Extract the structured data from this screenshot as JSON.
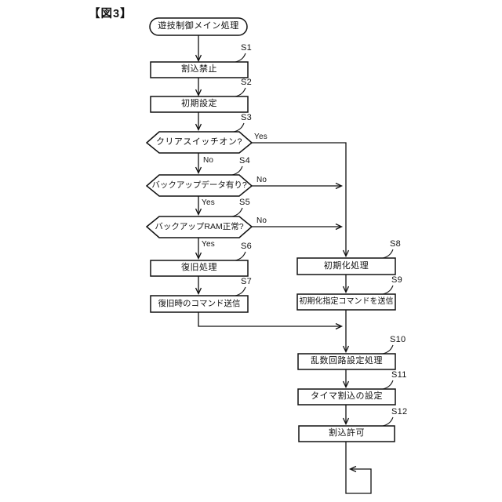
{
  "flowchart": {
    "title": "【図3】",
    "start": "遊技制御メイン処理",
    "steps": [
      {
        "id": "S1",
        "label": "割込禁止",
        "type": "process"
      },
      {
        "id": "S2",
        "label": "初期設定",
        "type": "process"
      },
      {
        "id": "S3",
        "label": "クリアスイッチオン?",
        "type": "decision"
      },
      {
        "id": "S4",
        "label": "バックアップデータ有り?",
        "type": "decision"
      },
      {
        "id": "S5",
        "label": "バックアップRAM正常?",
        "type": "decision"
      },
      {
        "id": "S6",
        "label": "復旧処理",
        "type": "process"
      },
      {
        "id": "S7",
        "label": "復旧時のコマンド送信",
        "type": "process"
      },
      {
        "id": "S8",
        "label": "初期化処理",
        "type": "process"
      },
      {
        "id": "S9",
        "label": "初期化指定コマンドを送信",
        "type": "process"
      },
      {
        "id": "S10",
        "label": "乱数回路設定処理",
        "type": "process"
      },
      {
        "id": "S11",
        "label": "タイマ割込の設定",
        "type": "process"
      },
      {
        "id": "S12",
        "label": "割込許可",
        "type": "process"
      }
    ],
    "branches": {
      "s3_yes": "Yes",
      "s3_no": "No",
      "s4_no": "No",
      "s4_yes": "Yes",
      "s5_no": "No",
      "s5_yes": "Yes"
    },
    "line_color": "#111111",
    "background_color": "#ffffff"
  }
}
